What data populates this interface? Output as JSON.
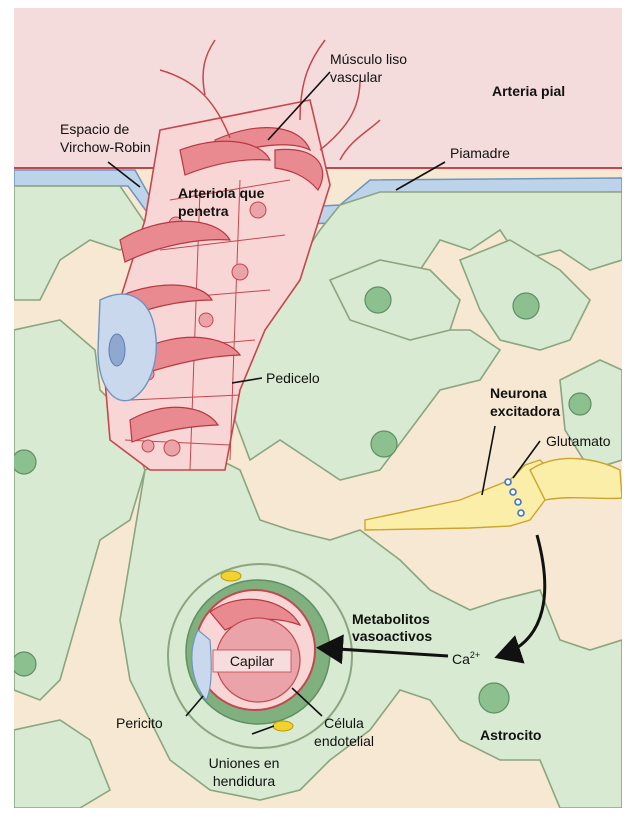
{
  "labels": {
    "arteria_pial": "Arteria pial",
    "musculo_liso_l1": "Músculo liso",
    "musculo_liso_l2": "vascular",
    "espacio_l1": "Espacio de",
    "espacio_l2": "Virchow-Robin",
    "piamadre": "Piamadre",
    "arteriola_l1": "Arteriola que",
    "arteriola_l2": "penetra",
    "pedicelo": "Pedicelo",
    "neurona_l1": "Neurona",
    "neurona_l2": "excitadora",
    "glutamato": "Glutamato",
    "metabolitos_l1": "Metabolitos",
    "metabolitos_l2": "vasoactivos",
    "calcio": "Ca",
    "calcio_sup": "2+",
    "capilar": "Capilar",
    "pericito": "Pericito",
    "celula_l1": "Célula",
    "celula_l2": "endotelial",
    "uniones_l1": "Uniones en",
    "uniones_l2": "hendidura",
    "astrocito": "Astrocito"
  },
  "colors": {
    "pia_region": "#f5dcdc",
    "tissue": "#f6e8d2",
    "astrocyte": "#d9ead3",
    "astrocyte_stroke": "#8aa57f",
    "nucleus": "#8cc08f",
    "vessel_wall": "#f9d6d6",
    "smooth_muscle": "#e88a8f",
    "pericyte": "#c9d8ec",
    "piamadre": "#bcd3ea",
    "neuron": "#fbeea8",
    "gap_junction": "#f2d22c",
    "capillary_lumen": "#eaa3a8"
  }
}
